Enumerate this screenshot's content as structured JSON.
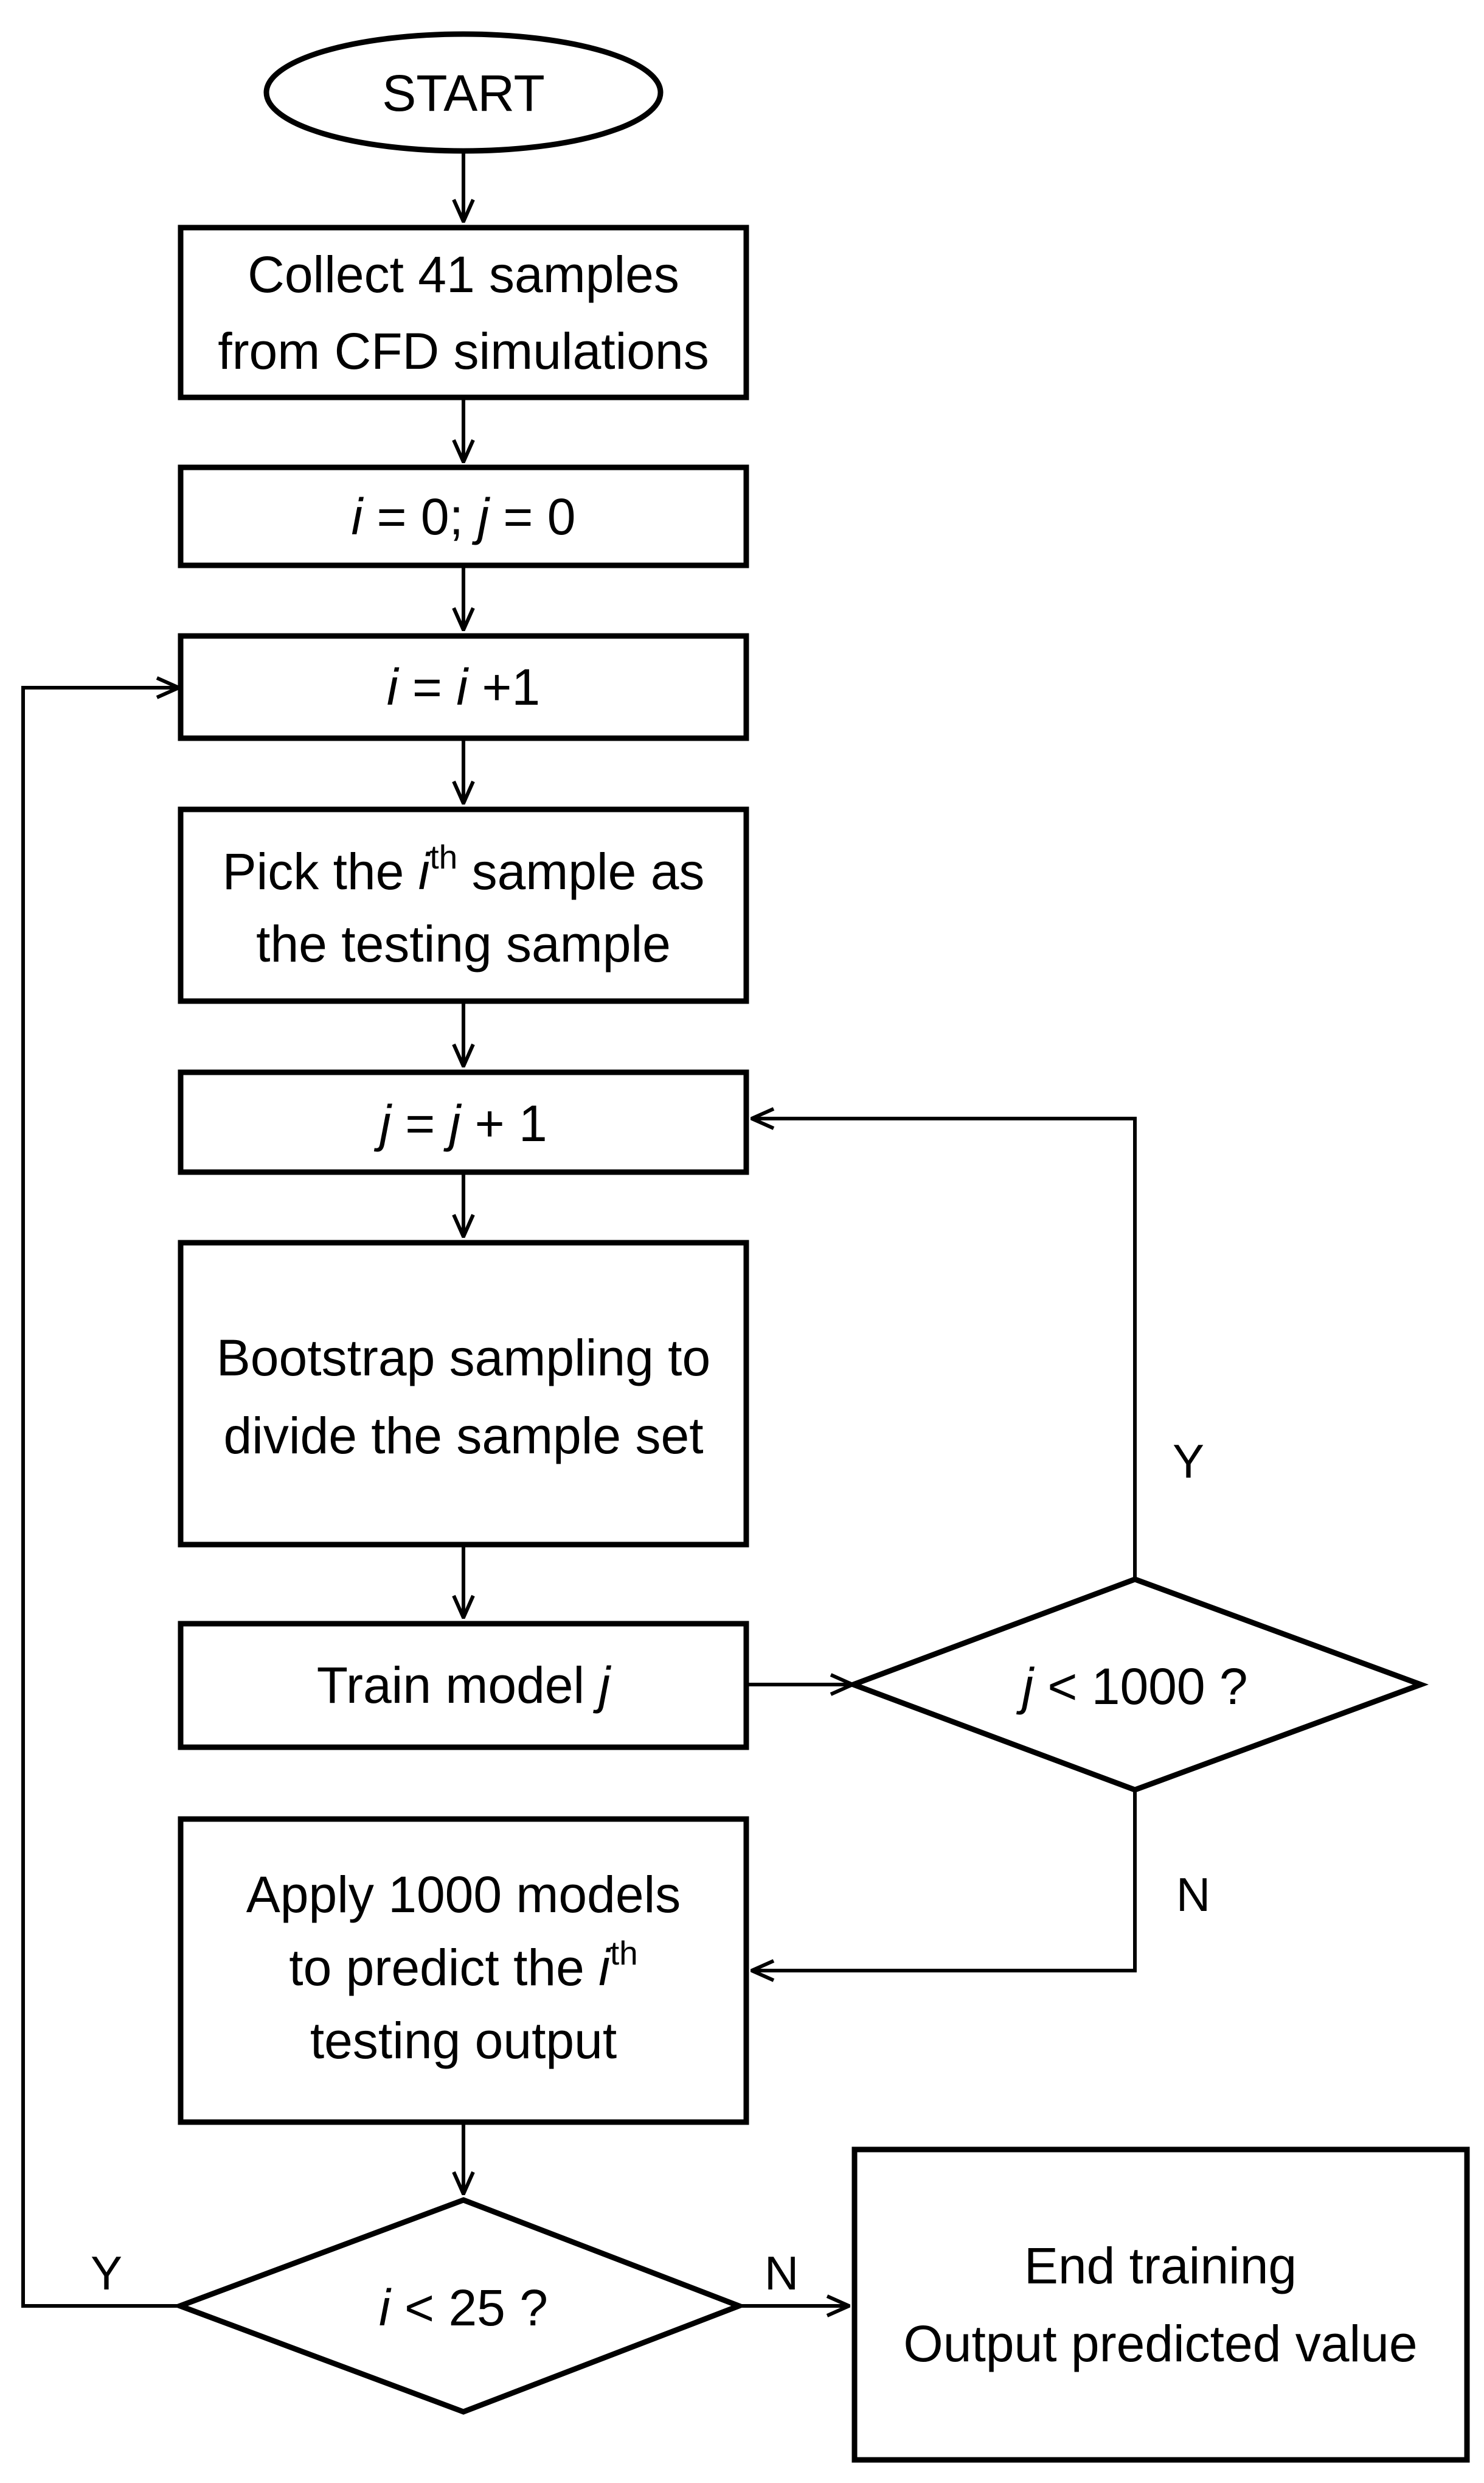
{
  "nodes": {
    "start": {
      "text": "START"
    },
    "collect": {
      "line1": "Collect 41 samples",
      "line2": "from CFD simulations"
    },
    "init": {
      "i": "i",
      "eq1": " = 0; ",
      "j": "j",
      "eq2": " = 0"
    },
    "inc_i": {
      "i1": "i",
      "eq": " = ",
      "i2": "i",
      "rest": " +1"
    },
    "pick": {
      "pre": "Pick the ",
      "i": "i",
      "sup": "th",
      "post": " sample as",
      "line2": "the testing sample"
    },
    "inc_j": {
      "j1": "j",
      "eq": " = ",
      "j2": "j",
      "rest": " + 1"
    },
    "bootstrap": {
      "line1": "Bootstrap sampling to",
      "line2": "divide the sample set"
    },
    "train": {
      "pre": "Train model ",
      "j": "j"
    },
    "decision_j": {
      "j": "j",
      "rest": " < 1000 ?"
    },
    "apply": {
      "line1": "Apply 1000 models",
      "pre2": "to predict the ",
      "i": "i",
      "sup": "th",
      "line3": "testing output"
    },
    "decision_i": {
      "i": "i",
      "rest": " < 25 ?"
    },
    "end": {
      "line1": "End training",
      "line2": "Output predicted value"
    }
  },
  "edges": {
    "j_yes": "Y",
    "j_no": "N",
    "i_yes": "Y",
    "i_no": "N"
  },
  "colors": {
    "stroke": "#000000",
    "background": "#ffffff"
  }
}
